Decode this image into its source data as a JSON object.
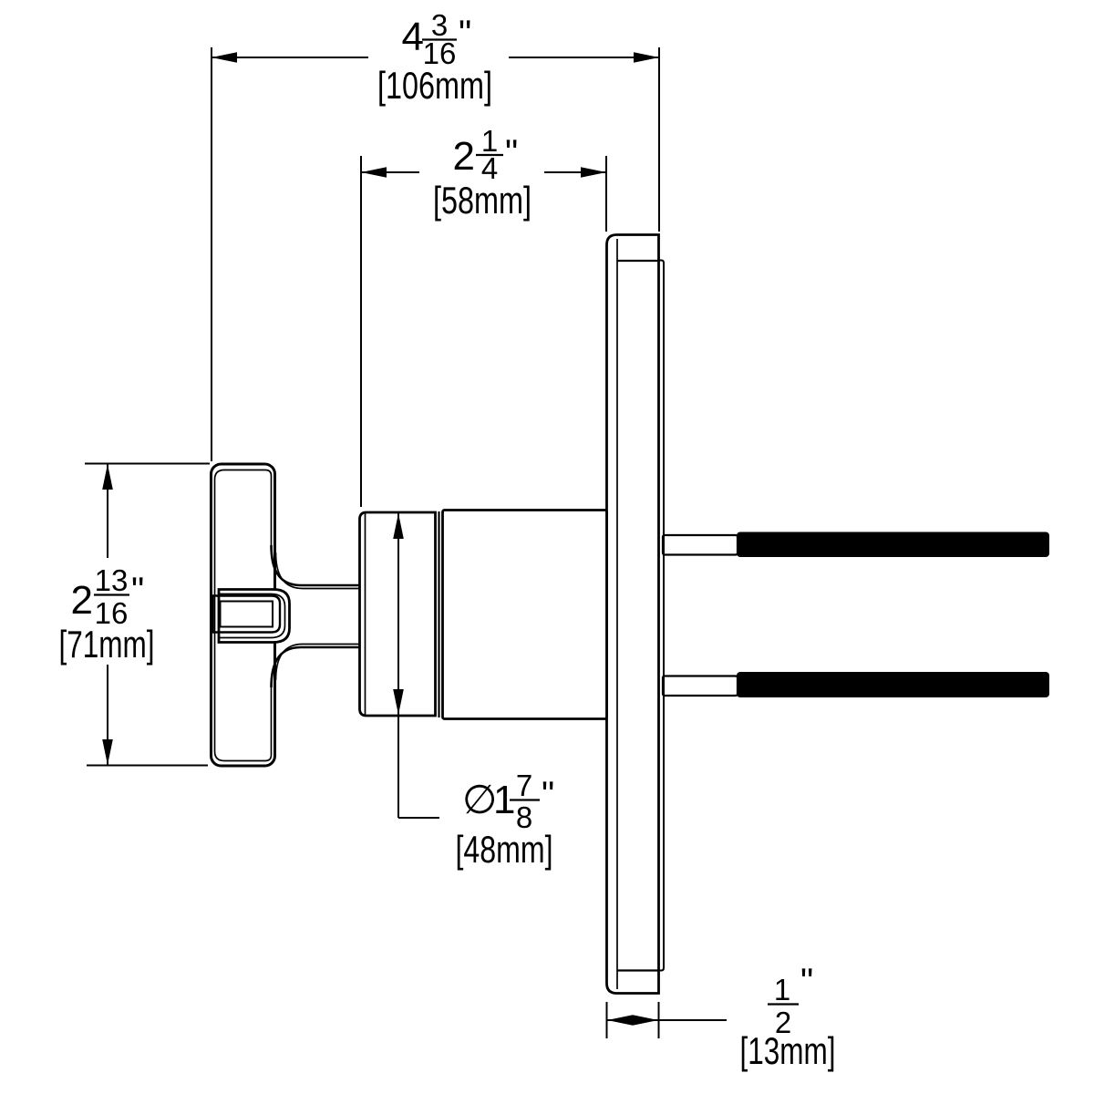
{
  "colors": {
    "ink": "#000000",
    "paper": "#ffffff",
    "thread_fill": "#000000"
  },
  "dimensions": {
    "overall_width": {
      "whole": "4",
      "numerator": "3",
      "denominator": "16",
      "unit_mark": "\"",
      "metric": "[106mm]"
    },
    "projection_depth": {
      "whole": "2",
      "numerator": "1",
      "denominator": "4",
      "unit_mark": "\"",
      "metric": "[58mm]"
    },
    "handle_height": {
      "whole": "2",
      "numerator": "13",
      "denominator": "16",
      "unit_mark": "\"",
      "metric": "[71mm]"
    },
    "trim_diameter": {
      "symbol": "∅",
      "whole": "1",
      "numerator": "7",
      "denominator": "8",
      "unit_mark": "\"",
      "metric": "[48mm]"
    },
    "plate_thickness": {
      "numerator": "1",
      "denominator": "2",
      "unit_mark": "\"",
      "metric": "[13mm]"
    }
  }
}
